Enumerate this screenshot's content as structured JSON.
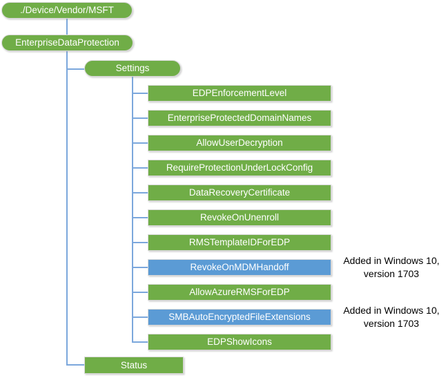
{
  "colors": {
    "node_green": "#70AD47",
    "node_blue": "#5B9BD5",
    "connector": "#7BA7DC",
    "node_border": "#D9D9D9",
    "node_text": "#FFFFFF",
    "annotation_text": "#000000"
  },
  "tree": {
    "root": {
      "label": "./Device/Vendor/MSFT"
    },
    "provider": {
      "label": "EnterpriseDataProtection"
    },
    "settings": {
      "label": "Settings"
    },
    "status": {
      "label": "Status"
    },
    "settings_children": [
      {
        "label": "EDPEnforcementLevel",
        "style": "green"
      },
      {
        "label": "EnterpriseProtectedDomainNames",
        "style": "green"
      },
      {
        "label": "AllowUserDecryption",
        "style": "green"
      },
      {
        "label": "RequireProtectionUnderLockConfig",
        "style": "green"
      },
      {
        "label": "DataRecoveryCertificate",
        "style": "green"
      },
      {
        "label": "RevokeOnUnenroll",
        "style": "green"
      },
      {
        "label": "RMSTemplateIDForEDP",
        "style": "green"
      },
      {
        "label": "RevokeOnMDMHandoff",
        "style": "blue",
        "note_line1": "Added in Windows 10,",
        "note_line2": "version 1703"
      },
      {
        "label": "AllowAzureRMSForEDP",
        "style": "green"
      },
      {
        "label": "SMBAutoEncryptedFileExtensions",
        "style": "blue",
        "note_line1": "Added in Windows 10,",
        "note_line2": "version 1703"
      },
      {
        "label": "EDPShowIcons",
        "style": "green"
      }
    ]
  }
}
